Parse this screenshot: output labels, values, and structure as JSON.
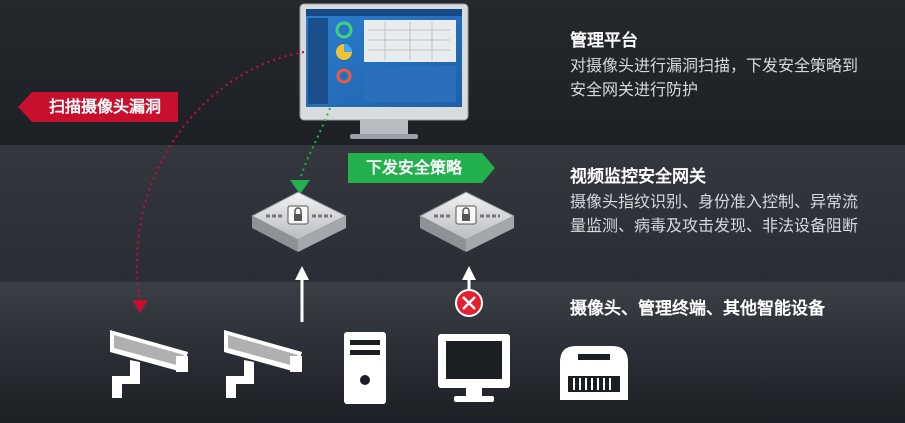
{
  "platform": {
    "title": "管理平台",
    "desc_line1": "对摄像头进行漏洞扫描，下发安全策略到",
    "desc_line2": "安全网关进行防护"
  },
  "gateway": {
    "title": "视频监控安全网关",
    "desc_line1": "摄像头指纹识别、身份准入控制、异常流",
    "desc_line2": "量监测、病毒及攻击发现、非法设备阻断"
  },
  "devices": {
    "title": "摄像头、管理终端、其他智能设备"
  },
  "labels": {
    "scan": "扫描摄像头漏洞",
    "policy": "下发安全策略"
  },
  "colors": {
    "scan_red": "#c8102e",
    "policy_green": "#22b14c",
    "block_red": "#e5202e"
  },
  "icons": [
    "monitor-icon",
    "gateway-icon",
    "camera-icon",
    "server-icon",
    "terminal-icon",
    "router-icon",
    "block-icon"
  ]
}
